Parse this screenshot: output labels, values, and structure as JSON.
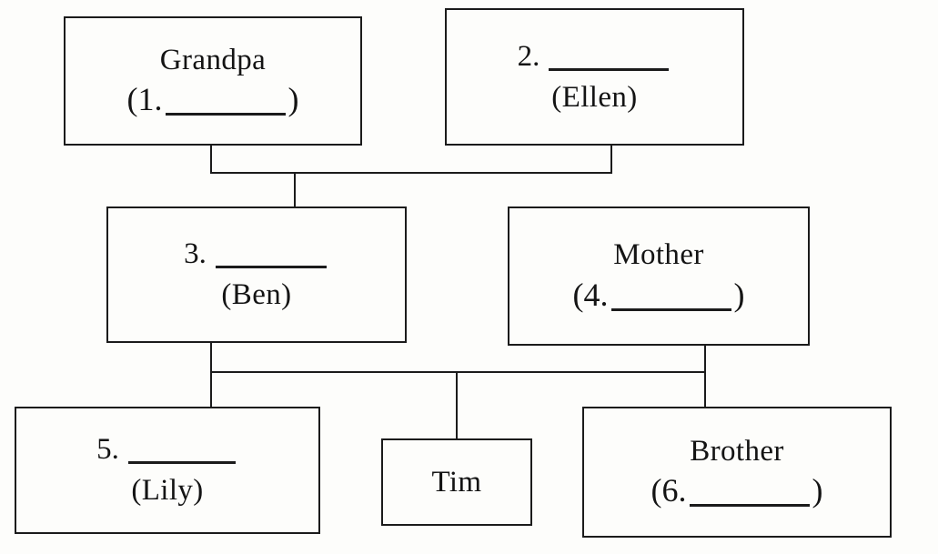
{
  "diagram": {
    "type": "family-tree",
    "title": "Family tree fill-in-the-blank worksheet",
    "background_color": "#fdfdfb",
    "line_color": "#1b1b1b"
  },
  "nodes": {
    "grandpa": {
      "label": "Grandpa",
      "blank_number": "(1.",
      "blank_close": ")"
    },
    "grandma": {
      "blank_number": "2.",
      "name": "(Ellen)"
    },
    "father": {
      "blank_number": "3.",
      "name": "(Ben)"
    },
    "mother": {
      "label": "Mother",
      "blank_number": "(4.",
      "blank_close": ")"
    },
    "sister": {
      "blank_number": "5.",
      "name": "(Lily)"
    },
    "tim": {
      "label": "Tim"
    },
    "brother": {
      "label": "Brother",
      "blank_number": "(6.",
      "blank_close": ")"
    }
  }
}
